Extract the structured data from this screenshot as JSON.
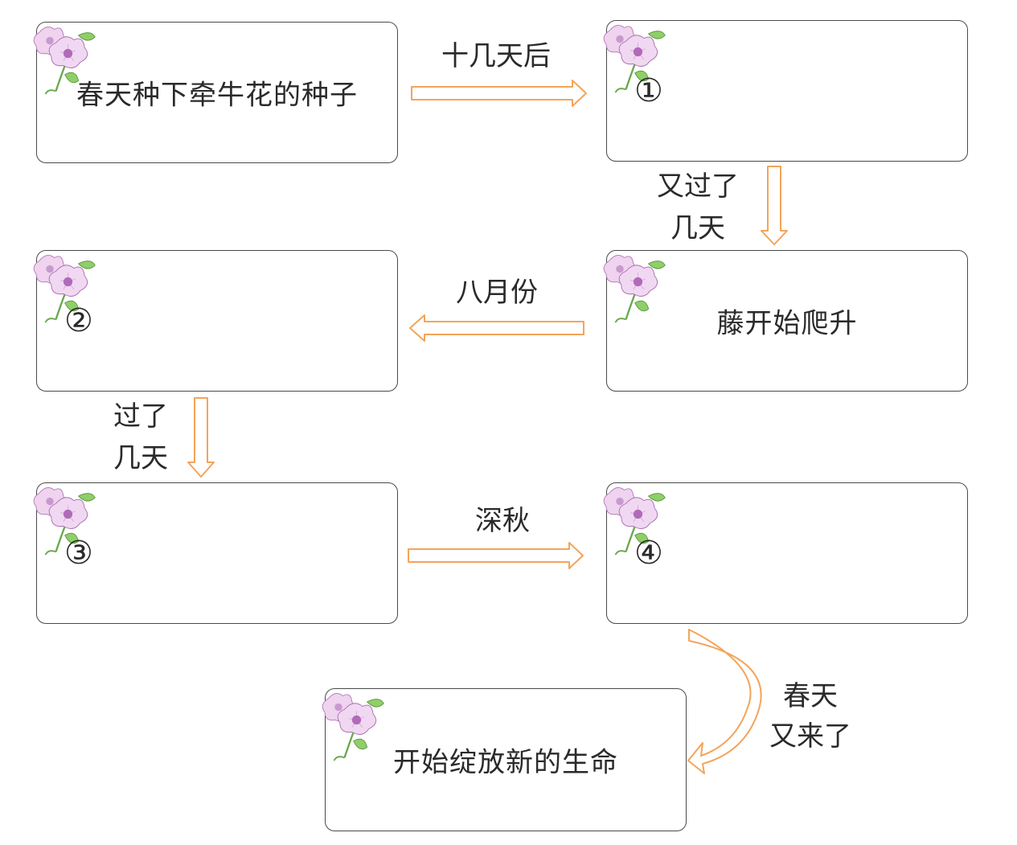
{
  "boxes": [
    {
      "text": "春天种下牵牛花的种子",
      "num": ""
    },
    {
      "text": "",
      "num": "①"
    },
    {
      "text": "",
      "num": "②"
    },
    {
      "text": "藤开始爬升",
      "num": ""
    },
    {
      "text": "",
      "num": "③"
    },
    {
      "text": "",
      "num": "④"
    },
    {
      "text": "开始绽放新的生命",
      "num": ""
    }
  ],
  "labels": {
    "l1": "十几天后",
    "l2_line1": "又过了",
    "l2_line2": "几天",
    "l3": "八月份",
    "l4_line1": "过了",
    "l4_line2": "几天",
    "l5": "深秋",
    "l6_line1": "春天",
    "l6_line2": "又来了"
  },
  "colors": {
    "arrow": "#f4a45a",
    "border": "#4a4a4a",
    "petal": "#e9c6ea",
    "petal_center": "#b06bb8",
    "leaf": "#8fcf6a"
  },
  "icons": {
    "flower": "morning-glory-flower-icon",
    "arrow": "hollow-arrow-icon"
  }
}
